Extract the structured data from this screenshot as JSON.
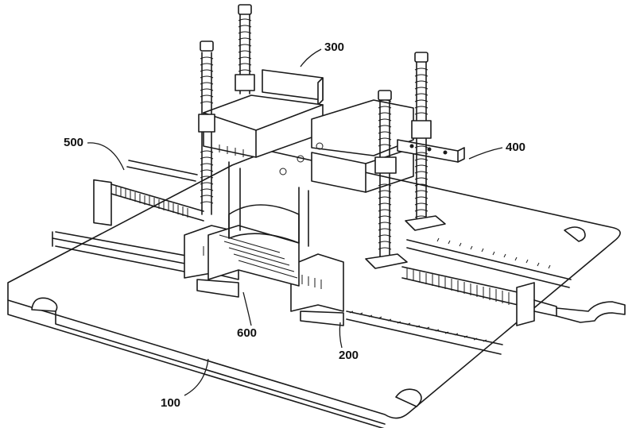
{
  "labels": {
    "base": "100",
    "clamp": "200",
    "upper": "300",
    "bracket": "400",
    "screw": "500",
    "workpiece": "600"
  }
}
